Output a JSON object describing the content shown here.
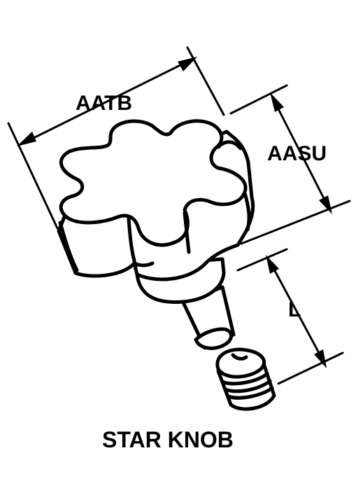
{
  "dimensions": {
    "width_label": "AATB",
    "height_label": "AASU",
    "length_label": "L"
  },
  "caption": "STAR KNOB",
  "colors": {
    "ink": "#000000",
    "paper": "#ffffff"
  }
}
